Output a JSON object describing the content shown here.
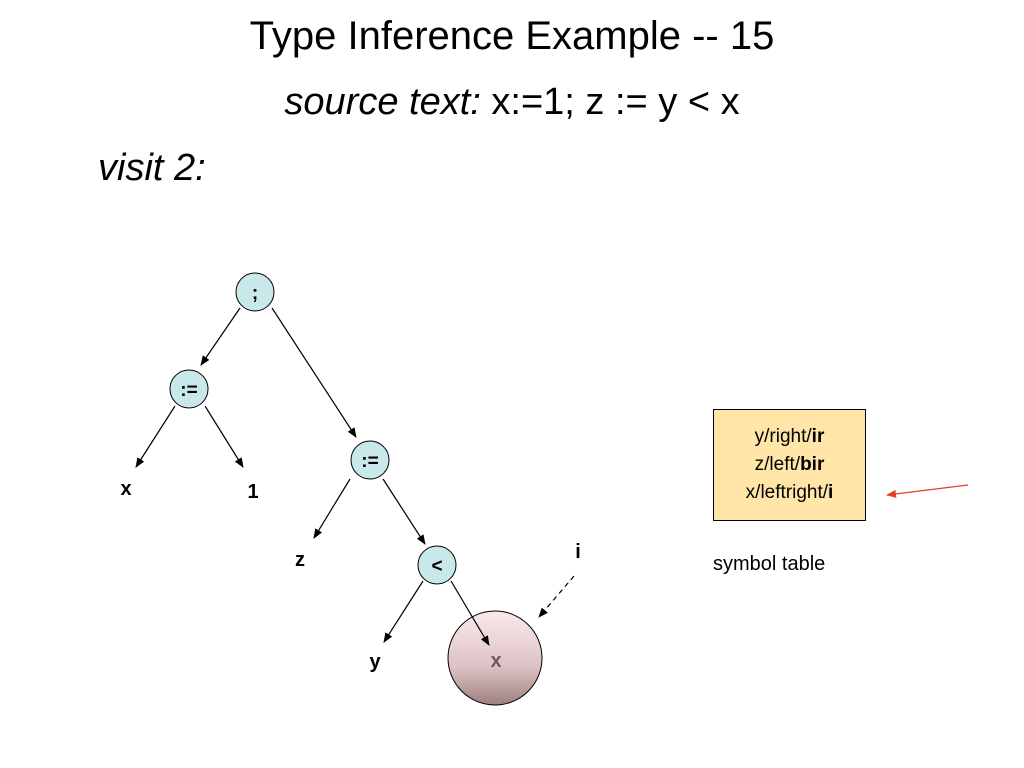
{
  "title": "Type Inference Example -- 15",
  "subtitle": {
    "label": "source text:",
    "code": " x:=1; z := y < x"
  },
  "visit_label": "visit 2:",
  "tree": {
    "root": ";",
    "assign_left": ":=",
    "assign_right": ":=",
    "less_than": "<",
    "leaf_x1": "x",
    "leaf_1": "1",
    "leaf_z": "z",
    "leaf_y": "y",
    "leaf_x2": "x",
    "pointer_label": "i"
  },
  "symbol_table": {
    "rows": [
      {
        "name": "y/right/",
        "type": "ir"
      },
      {
        "name": "z/left/",
        "type": "bir"
      },
      {
        "name": "x/leftright/",
        "type": "i"
      }
    ],
    "caption": "symbol table"
  },
  "colors": {
    "node_fill": "#c8e8ea",
    "highlight_fill_top": "#fbe9ea",
    "highlight_fill_bottom": "#a88a8c",
    "table_fill": "#ffe6a8",
    "pointer_arrow": "#e0401a"
  }
}
